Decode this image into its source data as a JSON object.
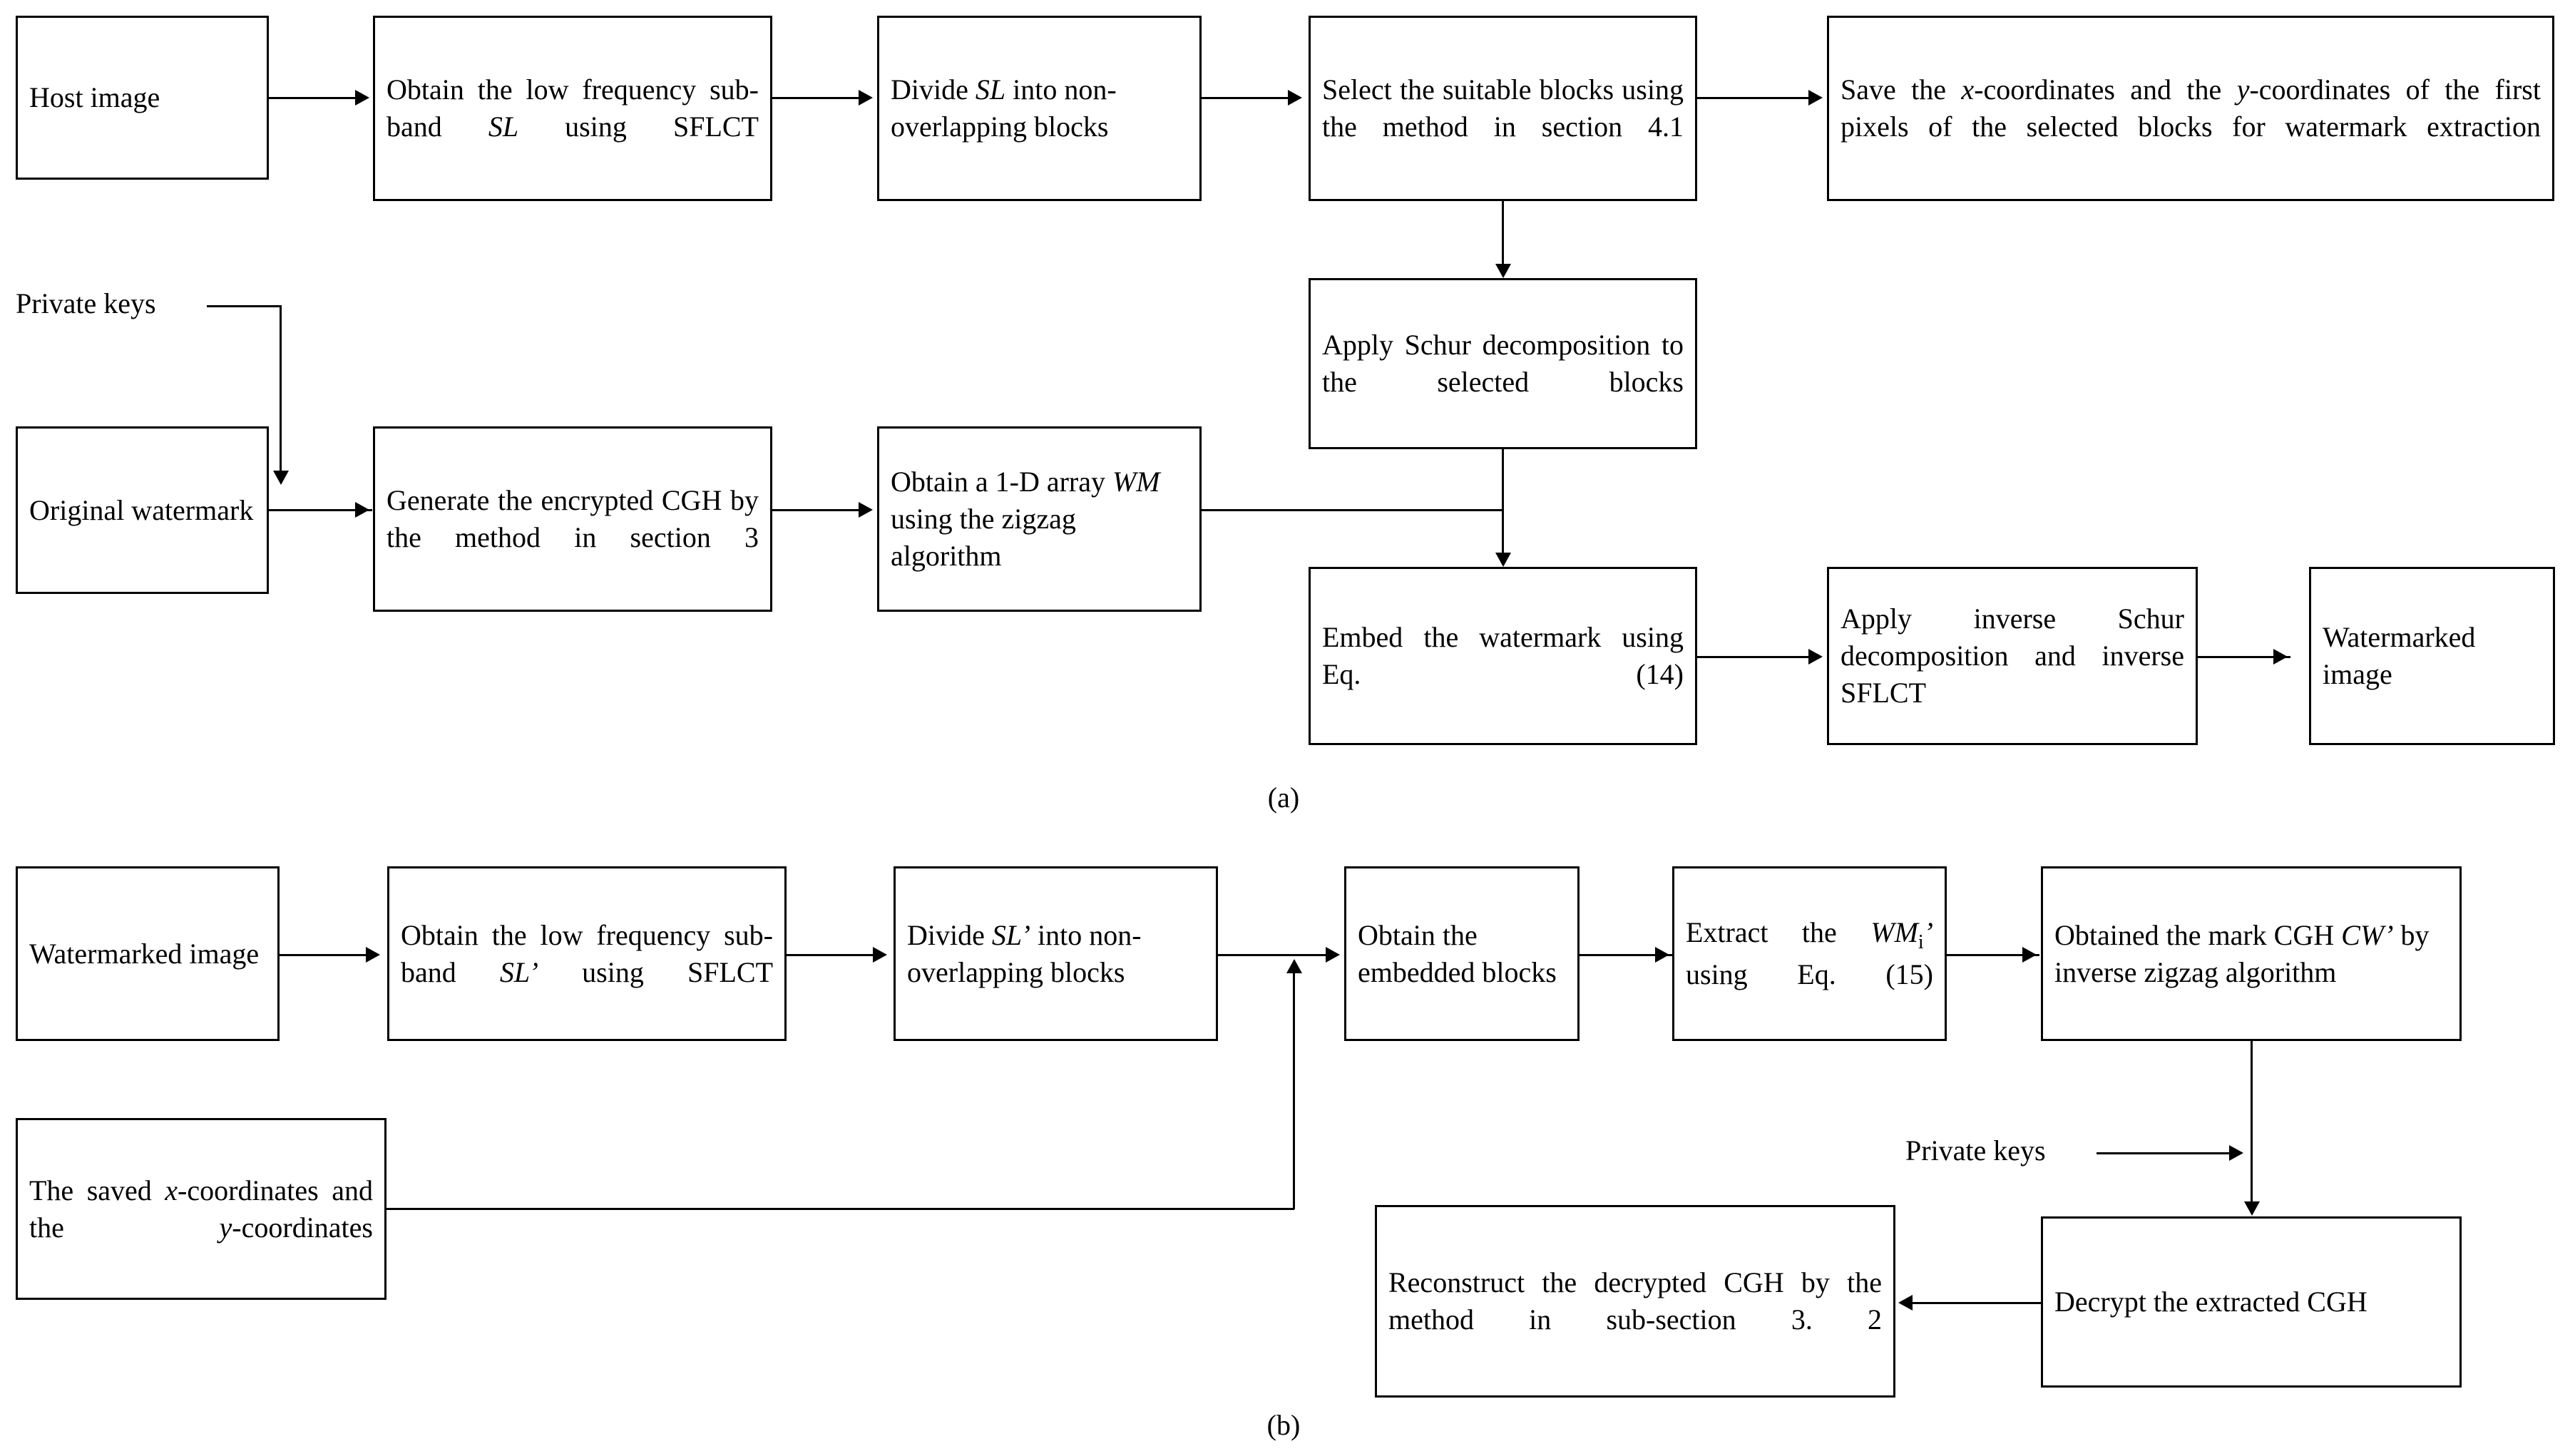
{
  "figure": {
    "captions": {
      "a": "(a)",
      "b": "(b)"
    }
  },
  "panel_a": {
    "boxes": {
      "host_image": "Host image",
      "obtain_sl": "Obtain the low frequency sub-band SL using SFLCT",
      "divide_sl": "Divide SL into non-overlapping blocks",
      "select_blocks": "Select the suitable blocks using the method in section 4.1",
      "save_coords": "Save the x-coordinates and the y-coordinates of the first pixels of the selected blocks for watermark extraction",
      "schur": "Apply Schur decomposition to the selected blocks",
      "original_watermark": "Original watermark",
      "generate_cgh": "Generate the encrypted CGH by the method in section 3",
      "obtain_1d": "Obtain a 1-D array WM using the zigzag algorithm",
      "embed": "Embed the watermark using Eq. (14)",
      "inverse_schur": "Apply inverse Schur decomposition and inverse SFLCT",
      "watermarked_image": "Watermarked image"
    },
    "labels": {
      "private_keys": "Private keys"
    }
  },
  "panel_b": {
    "boxes": {
      "watermarked_image": "Watermarked image",
      "obtain_sl": "Obtain the low frequency sub-band SL' using SFLCT",
      "divide_sl": "Divide SL' into non-overlapping blocks",
      "obtain_embedded": "Obtain the embedded blocks",
      "extract_wm": "Extract the WMi' using Eq. (15)",
      "obtained_mark": "Obtained the mark CGH CW' by inverse zigzag algorithm",
      "saved_coords": "The saved x-coordinates and the y-coordinates",
      "decrypt": "Decrypt the extracted CGH",
      "reconstruct": "Reconstruct the decrypted CGH by the method in sub-section 3. 2"
    },
    "labels": {
      "private_keys": "Private keys"
    }
  }
}
